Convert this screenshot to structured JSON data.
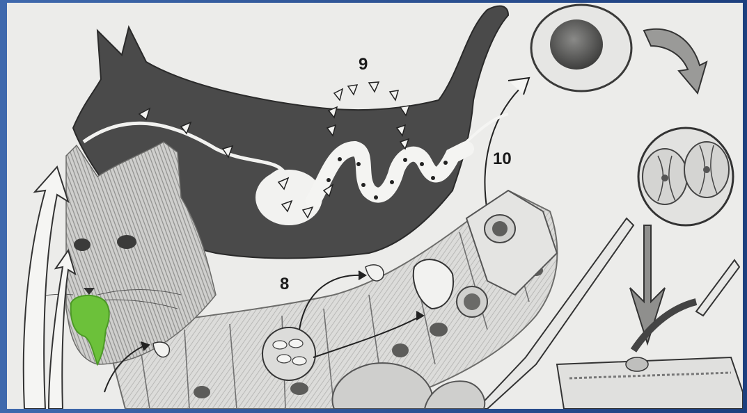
{
  "diagram": {
    "step_labels": {
      "step_8": "8",
      "step_9": "9",
      "step_10": "10"
    },
    "colors": {
      "slide_border": "#2a4f8f",
      "paper": "#ececea",
      "cat_silhouette": "#4a4a4a",
      "highlight_blob": "#6cc13a"
    },
    "icons": [
      "cat-silhouette",
      "cat-head",
      "oocyst",
      "sporulated-oocyst",
      "intestinal-cells",
      "green-highlight-blob"
    ]
  }
}
